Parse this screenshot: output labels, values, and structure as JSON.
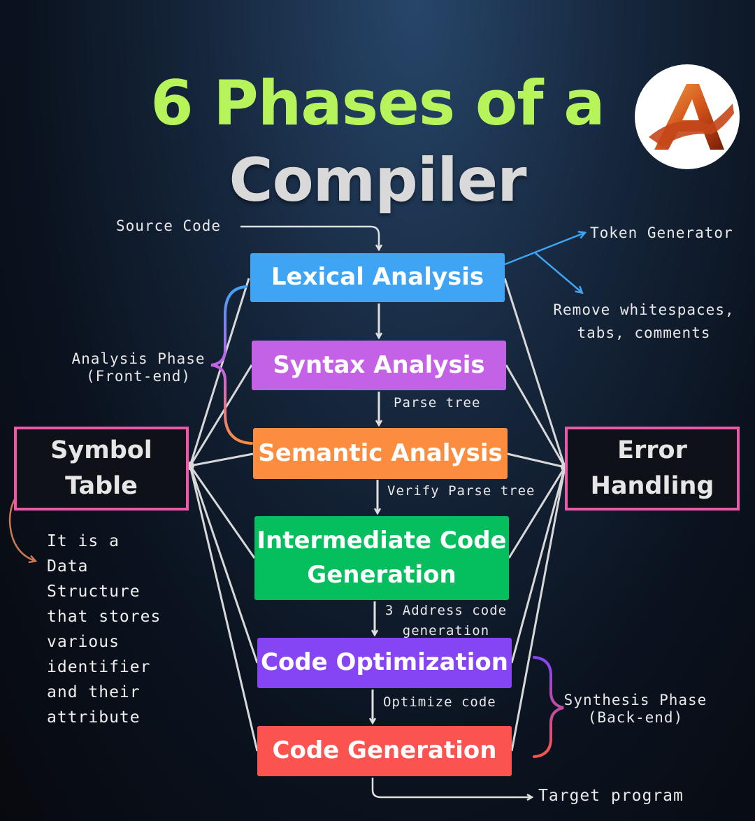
{
  "title": {
    "line1": "6 Phases of a",
    "line2": "Compiler"
  },
  "input_label": "Source Code",
  "output_label": "Target program",
  "phases": [
    {
      "label": "Lexical Analysis",
      "color": "#3fa4f3"
    },
    {
      "label": "Syntax Analysis",
      "color": "#c462e6"
    },
    {
      "label": "Semantic Analysis",
      "color": "#fb8c40"
    },
    {
      "label": "Intermediate Code Generation",
      "color": "#05bf5f"
    },
    {
      "label": "Code Optimization",
      "color": "#8545f3"
    },
    {
      "label": "Code Generation",
      "color": "#fb5350"
    }
  ],
  "arrow_labels": [
    "Parse tree",
    "Verify Parse tree",
    "3 Address code generation",
    "Optimize code"
  ],
  "lexical_notes": [
    "Token Generator",
    "Remove whitespaces, tabs, comments"
  ],
  "analysis_phase": {
    "label": "Analysis Phase",
    "sub": "(Front-end)"
  },
  "synthesis_phase": {
    "label": "Synthesis Phase",
    "sub": "(Back-end)"
  },
  "symbol_table": {
    "label": "Symbol Table",
    "description": [
      "It is a",
      "Data",
      "Structure",
      "that stores",
      "various",
      "identifier",
      "and their",
      "attribute"
    ]
  },
  "error_handling": {
    "label": "Error Handling"
  },
  "colors": {
    "title": "#b7f35a",
    "accent_border": "#ea5aa8",
    "connector": "#d8d8d8",
    "note_arrow": "#3fa4f3"
  }
}
